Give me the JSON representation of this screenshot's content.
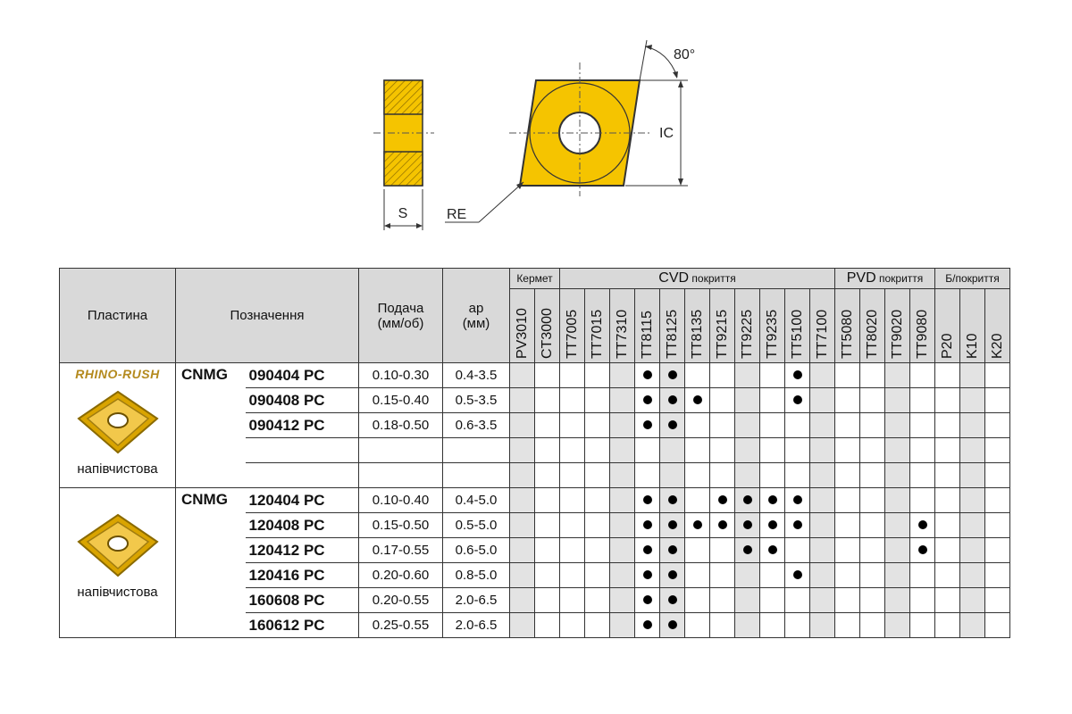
{
  "drawing": {
    "labels": {
      "s": "S",
      "re": "RE",
      "ic": "IC",
      "angle": "80°"
    }
  },
  "headers": {
    "plate": "Пластина",
    "designation": "Позначення",
    "feed": "Подача\n(мм/об)",
    "ap": "ap\n(мм)",
    "cermet": "Кермет",
    "cvd_big": "CVD",
    "cvd_small": " покриття",
    "pvd_big": "PVD",
    "pvd_small": " покриття",
    "uncoated": "Б/покриття"
  },
  "grades": [
    {
      "name": "PV3010",
      "group": "cermet",
      "shade": true
    },
    {
      "name": "CT3000",
      "group": "cermet",
      "shade": false
    },
    {
      "name": "TT7005",
      "group": "cvd",
      "shade": false
    },
    {
      "name": "TT7015",
      "group": "cvd",
      "shade": false
    },
    {
      "name": "TT7310",
      "group": "cvd",
      "shade": true
    },
    {
      "name": "TT8115",
      "group": "cvd",
      "shade": false
    },
    {
      "name": "TT8125",
      "group": "cvd",
      "shade": true
    },
    {
      "name": "TT8135",
      "group": "cvd",
      "shade": false
    },
    {
      "name": "TT9215",
      "group": "cvd",
      "shade": false
    },
    {
      "name": "TT9225",
      "group": "cvd",
      "shade": true
    },
    {
      "name": "TT9235",
      "group": "cvd",
      "shade": false
    },
    {
      "name": "TT5100",
      "group": "cvd",
      "shade": false
    },
    {
      "name": "TT7100",
      "group": "cvd",
      "shade": true
    },
    {
      "name": "TT5080",
      "group": "pvd",
      "shade": false
    },
    {
      "name": "TT8020",
      "group": "pvd",
      "shade": false
    },
    {
      "name": "TT9020",
      "group": "pvd",
      "shade": true
    },
    {
      "name": "TT9080",
      "group": "pvd",
      "shade": false
    },
    {
      "name": "P20",
      "group": "uncoated",
      "shade": false
    },
    {
      "name": "K10",
      "group": "uncoated",
      "shade": true
    },
    {
      "name": "K20",
      "group": "uncoated",
      "shade": false
    }
  ],
  "sections": [
    {
      "brand": "RHINO-RUSH",
      "caption": "напівчистова",
      "prefix": "CNMG",
      "rows": [
        {
          "code": "090404 PC",
          "feed": "0.10-0.30",
          "ap": "0.4-3.5",
          "marks": [
            "TT8115",
            "TT8125",
            "TT5100"
          ]
        },
        {
          "code": "090408 PC",
          "feed": "0.15-0.40",
          "ap": "0.5-3.5",
          "marks": [
            "TT8115",
            "TT8125",
            "TT8135",
            "TT5100"
          ]
        },
        {
          "code": "090412 PC",
          "feed": "0.18-0.50",
          "ap": "0.6-3.5",
          "marks": [
            "TT8115",
            "TT8125"
          ]
        },
        {
          "code": "",
          "feed": "",
          "ap": "",
          "marks": []
        },
        {
          "code": "",
          "feed": "",
          "ap": "",
          "marks": []
        }
      ]
    },
    {
      "brand": "",
      "caption": "напівчистова",
      "prefix": "CNMG",
      "rows": [
        {
          "code": "120404 PC",
          "feed": "0.10-0.40",
          "ap": "0.4-5.0",
          "marks": [
            "TT8115",
            "TT8125",
            "TT9215",
            "TT9225",
            "TT9235",
            "TT5100"
          ]
        },
        {
          "code": "120408 PC",
          "feed": "0.15-0.50",
          "ap": "0.5-5.0",
          "marks": [
            "TT8115",
            "TT8125",
            "TT8135",
            "TT9215",
            "TT9225",
            "TT9235",
            "TT5100",
            "TT9080"
          ]
        },
        {
          "code": "120412 PC",
          "feed": "0.17-0.55",
          "ap": "0.6-5.0",
          "marks": [
            "TT8115",
            "TT8125",
            "TT9225",
            "TT9235",
            "TT9080"
          ]
        },
        {
          "code": "120416 PC",
          "feed": "0.20-0.60",
          "ap": "0.8-5.0",
          "marks": [
            "TT8115",
            "TT8125",
            "TT5100"
          ]
        },
        {
          "code": "160608 PC",
          "feed": "0.20-0.55",
          "ap": "2.0-6.5",
          "marks": [
            "TT8115",
            "TT8125"
          ]
        },
        {
          "code": "160612 PC",
          "feed": "0.25-0.55",
          "ap": "2.0-6.5",
          "marks": [
            "TT8115",
            "TT8125"
          ]
        }
      ]
    }
  ],
  "colors": {
    "insert": "#f5c400",
    "hatch": "#8a6a00",
    "shade": "#e3e3e3",
    "header": "#d9d9d9"
  }
}
